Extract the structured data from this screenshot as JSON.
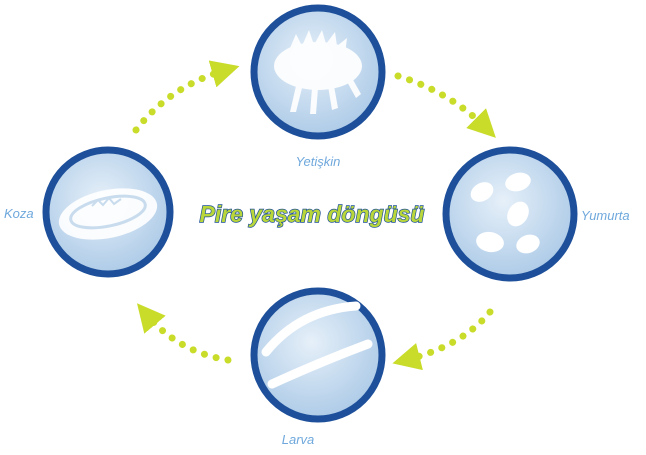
{
  "title": "Pire yaşam döngüsü",
  "stages": {
    "adult": "Yetişkin",
    "egg": "Yumurta",
    "larva": "Larva",
    "cocoon": "Koza"
  },
  "colors": {
    "circle_border": "#1d4f9a",
    "circle_fill": "#c8dcee",
    "arrow": "#c9dc2a",
    "label": "#6fa8dc",
    "title_fill": "#b9d63a",
    "title_stroke": "#1d4f9a"
  }
}
